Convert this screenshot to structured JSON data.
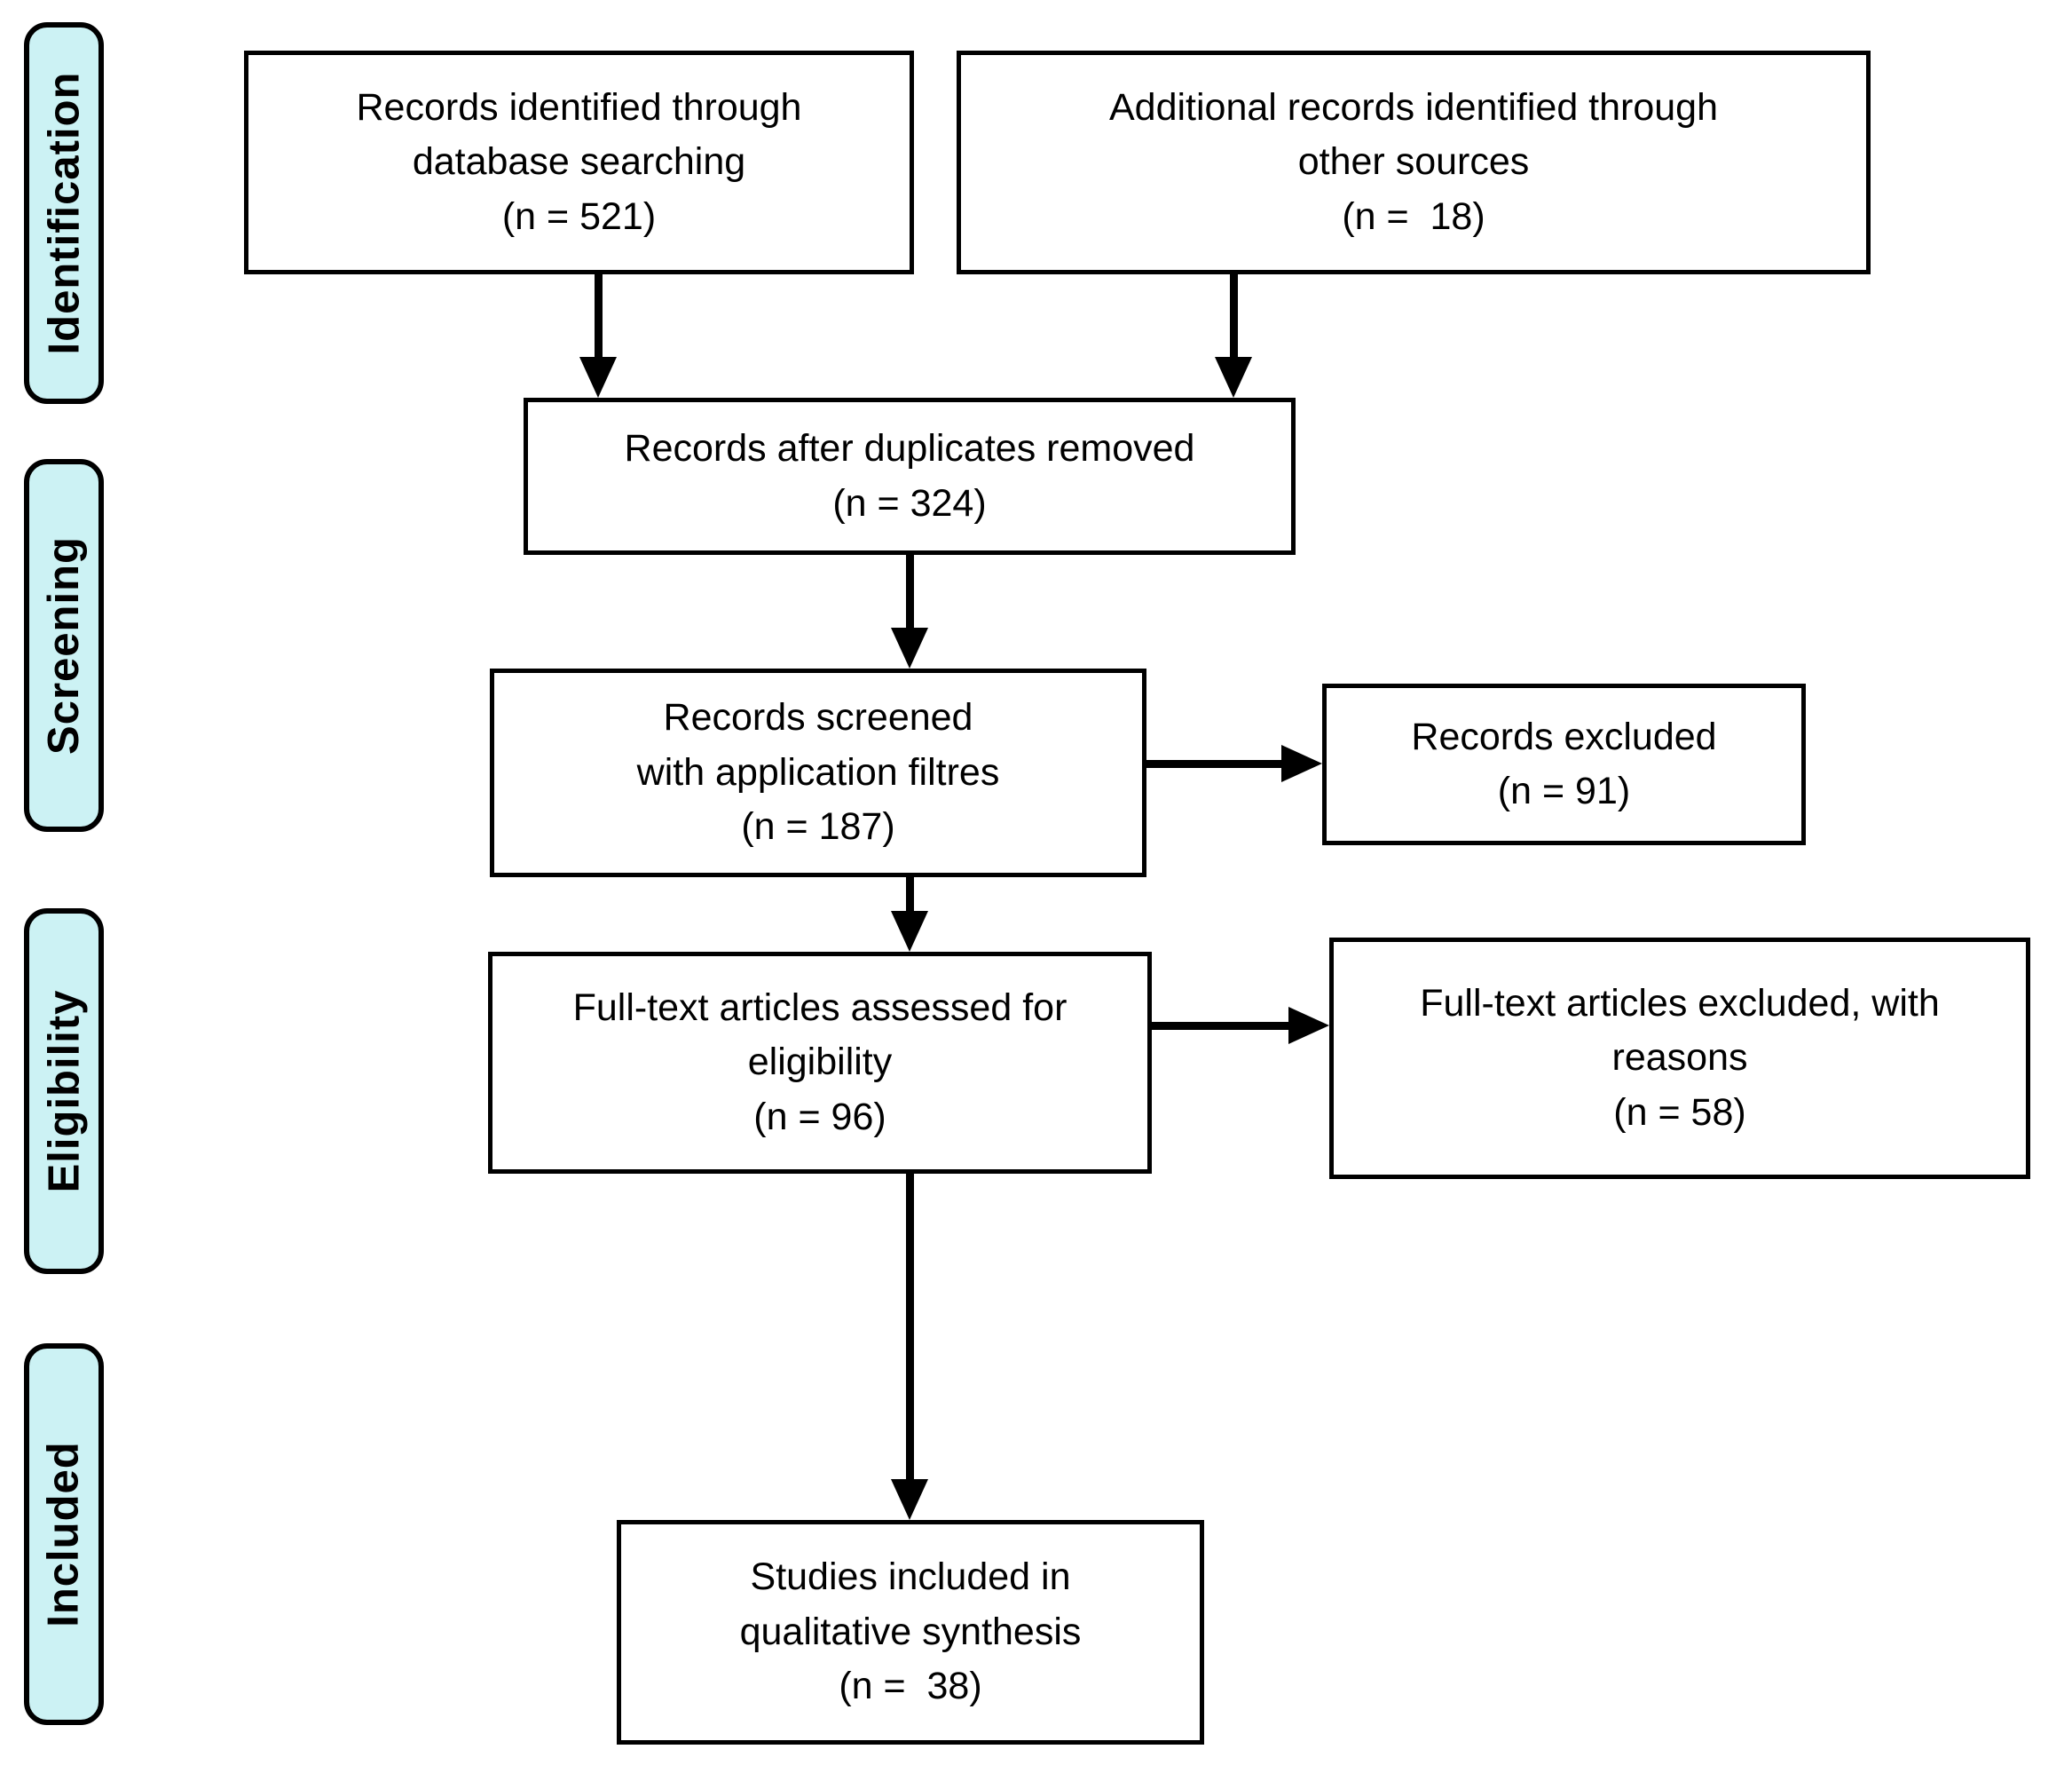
{
  "stages": [
    {
      "label": "Identification"
    },
    {
      "label": "Screening"
    },
    {
      "label": "Eligibility"
    },
    {
      "label": "Included"
    }
  ],
  "boxes": {
    "records_identified": {
      "lines": [
        "Records identified through",
        "database searching",
        "(n = 521)"
      ]
    },
    "additional_records": {
      "lines": [
        "Additional records identified through",
        "other sources",
        "(n =  18)"
      ]
    },
    "duplicates_removed": {
      "lines": [
        "Records after duplicates removed",
        "(n = 324)"
      ]
    },
    "records_screened": {
      "lines": [
        "Records screened",
        "with application filtres",
        "(n = 187)"
      ]
    },
    "records_excluded": {
      "lines": [
        "Records excluded",
        "(n = 91)"
      ]
    },
    "fulltext_assessed": {
      "lines": [
        "Full-text articles assessed for",
        "eligibility",
        "(n = 96)"
      ]
    },
    "fulltext_excluded": {
      "lines": [
        "Full-text articles excluded, with",
        "reasons",
        "(n = 58)"
      ]
    },
    "studies_included": {
      "lines": [
        "Studies included in",
        "qualitative synthesis",
        "(n =  38)"
      ]
    }
  },
  "colors": {
    "stage_fill": "#ccf2f4",
    "line": "#000000",
    "box_fill": "#ffffff"
  }
}
